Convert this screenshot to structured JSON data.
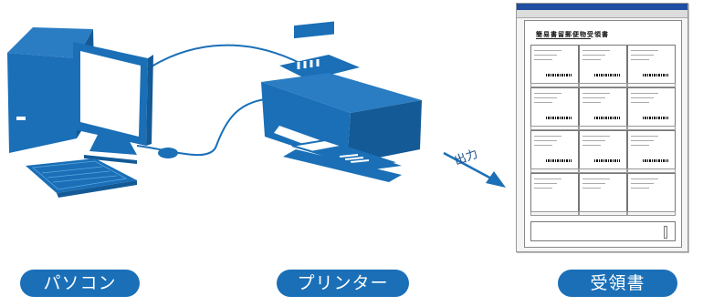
{
  "labels": {
    "computer": "パソコン",
    "printer": "プリンター",
    "document": "受領書"
  },
  "arrow": {
    "label": "出力"
  },
  "document_preview": {
    "heading": "簡易書留郵便物受領書"
  },
  "colors": {
    "accent": "#1a6fb7",
    "label_text": "#ffffff",
    "background": "#ffffff"
  },
  "icons": [
    "desktop-computer-icon",
    "printer-icon",
    "output-arrow-icon",
    "document-thumbnail"
  ]
}
